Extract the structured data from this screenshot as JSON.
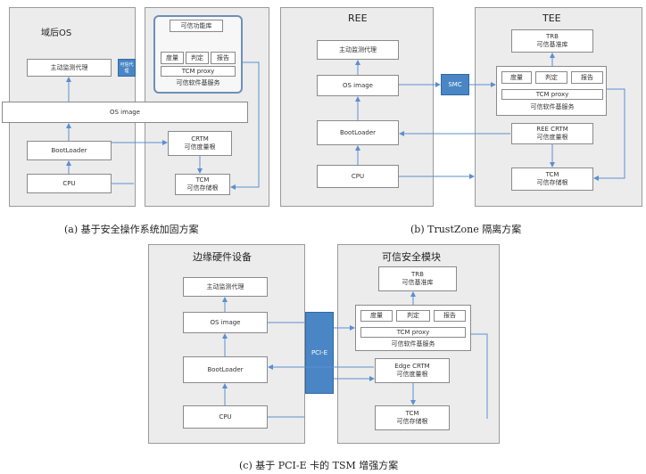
{
  "diagram_a": {
    "panel_title": "域后OS",
    "agent": "主动监测代理",
    "side_blue": "可信代理",
    "trusted_lib": "可信功能库",
    "measure": "度量",
    "verify": "判定",
    "report": "报告",
    "tcm_proxy": "TCM proxy",
    "trusted_service": "可信软件基服务",
    "os_image": "OS image",
    "bootloader": "BootLoader",
    "cpu": "CPU",
    "crtm": "CRTM",
    "crtm_sub": "可信度量根",
    "tcm": "TCM",
    "tcm_sub": "可信存储根",
    "caption": "(a)  基于安全操作系统加固方案"
  },
  "diagram_b": {
    "ree_title": "REE",
    "tee_title": "TEE",
    "agent": "主动监测代理",
    "os_image": "OS image",
    "bootloader": "BootLoader",
    "cpu": "CPU",
    "smc": "SMC",
    "trb": "TRB",
    "trb_sub": "可信基准库",
    "measure": "度量",
    "verify": "判定",
    "report": "报告",
    "tcm_proxy": "TCM proxy",
    "trusted_service": "可信软件基服务",
    "crtm": "REE CRTM",
    "crtm_sub": "可信度量根",
    "tcm": "TCM",
    "tcm_sub": "可信存储根",
    "caption": "(b) TrustZone 隔离方案"
  },
  "diagram_c": {
    "left_title": "边缘硬件设备",
    "right_title": "可信安全模块",
    "agent": "主动监测代理",
    "os_image": "OS image",
    "bootloader": "BootLoader",
    "cpu": "CPU",
    "pcie": "PCI-E",
    "trb": "TRB",
    "trb_sub": "可信基准库",
    "measure": "度量",
    "verify": "判定",
    "report": "报告",
    "tcm_proxy": "TCM proxy",
    "trusted_service": "可信软件基服务",
    "crtm": "Edge CRTM",
    "crtm_sub": "可信度量根",
    "tcm": "TCM",
    "tcm_sub": "可信存储根",
    "caption": "(c)  基于 PCI-E 卡的 TSM 增强方案"
  },
  "colors": {
    "panel": "#ececec",
    "accent_blue": "#4a86c5",
    "line": "#5b8fcf"
  }
}
